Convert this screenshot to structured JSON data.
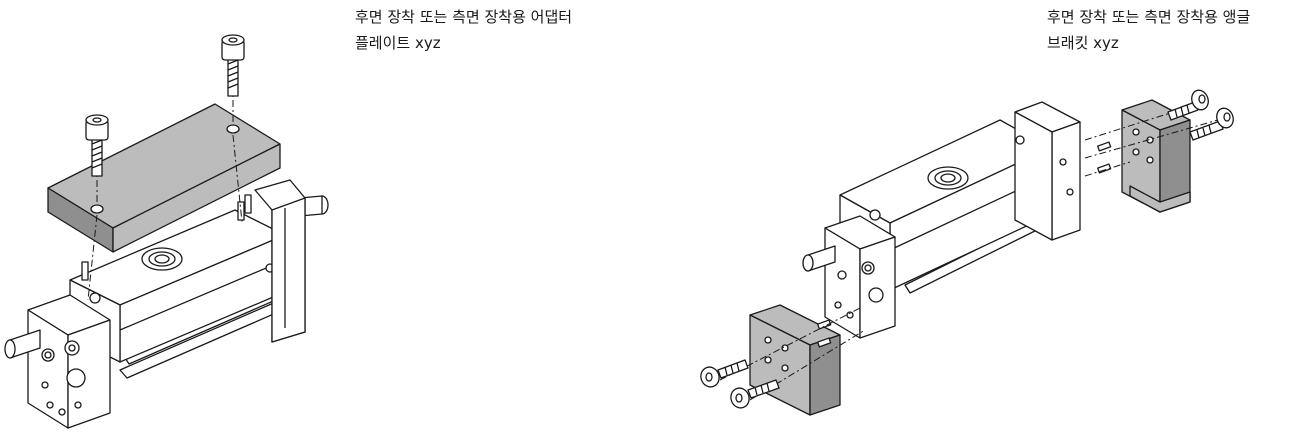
{
  "captions": {
    "left": {
      "line1": "후면 장착 또는 측면 장착용 어댑터",
      "line2": "플레이트 xyz"
    },
    "right": {
      "line1": "후면 장착 또는 측면 장착용 앵글",
      "line2": "브래킷 xyz"
    }
  },
  "colors": {
    "line": "#1a1a1a",
    "part_fill": "#ffffff",
    "accessory_fill": "#bcbcbc"
  },
  "icons": {
    "left_figure": "adapter-plate-assembly-drawing",
    "right_figure": "angle-bracket-assembly-drawing"
  }
}
